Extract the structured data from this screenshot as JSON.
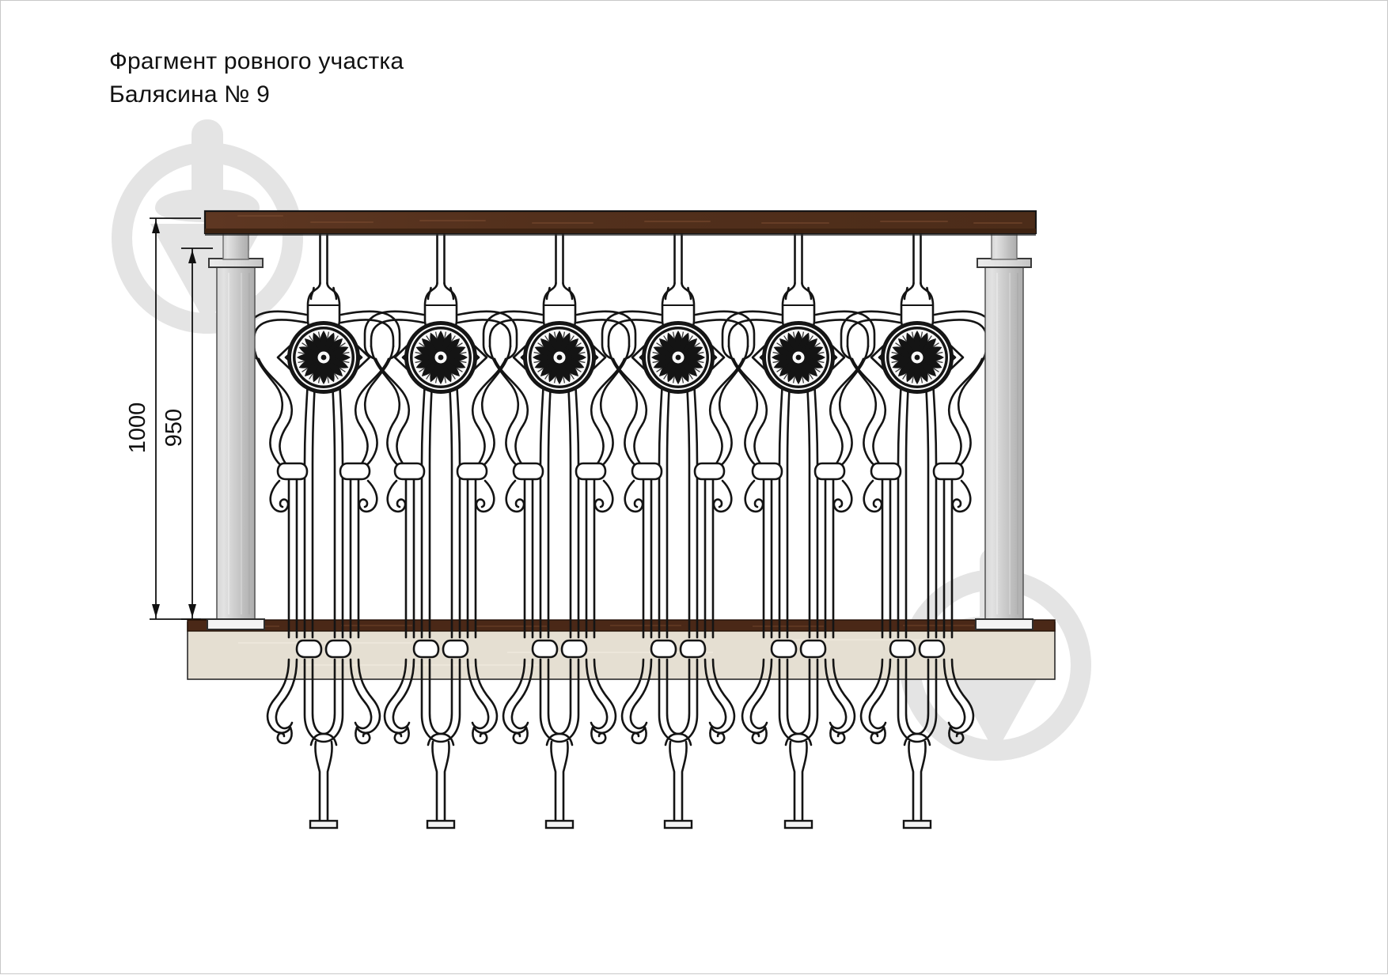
{
  "document": {
    "kind": "technical-drawing",
    "page_background": "#ffffff",
    "border_color": "#c8c8c8"
  },
  "title": {
    "line1": "Фрагмент ровного участка",
    "line2": "Балясина № 9",
    "color": "#111111"
  },
  "dimensions": {
    "overall_height": "1000",
    "railing_height": "950",
    "line_color": "#111111",
    "text_color": "#111111"
  },
  "railing": {
    "handrail": {
      "label": "handrail",
      "top_face_color": "#5a3520",
      "front_face_color": "#4a2a14",
      "edge_color": "#1a1a1a",
      "grain_color": "#7a4b30"
    },
    "posts": {
      "label": "newel-post",
      "count": 2,
      "body_color_light": "#dcdcdc",
      "body_color_dark": "#a8a8a8",
      "cap_color": "#e8e8e8",
      "outline_color": "#4a4a4a",
      "base_plate_color": "#f0f0f0"
    },
    "balusters": {
      "label": "forged-baluster",
      "count": 6,
      "model": "№ 9",
      "stroke_color": "#1a1a1a",
      "fill_color": "#ffffff",
      "rosette_color": "#151515",
      "rosette_petal_count": 16
    },
    "floor": {
      "deck_color": "#4a2817",
      "deck_grain_color": "#6b4028",
      "slab_color": "#e5dfd2",
      "slab_outline_color": "#2a2a2a",
      "slab_grain_color": "#efe9de"
    }
  },
  "watermark": {
    "label": "brand-watermark",
    "color": "#e4e4e4",
    "shape": "v-logo-ring-and-pin",
    "instances": 2
  }
}
